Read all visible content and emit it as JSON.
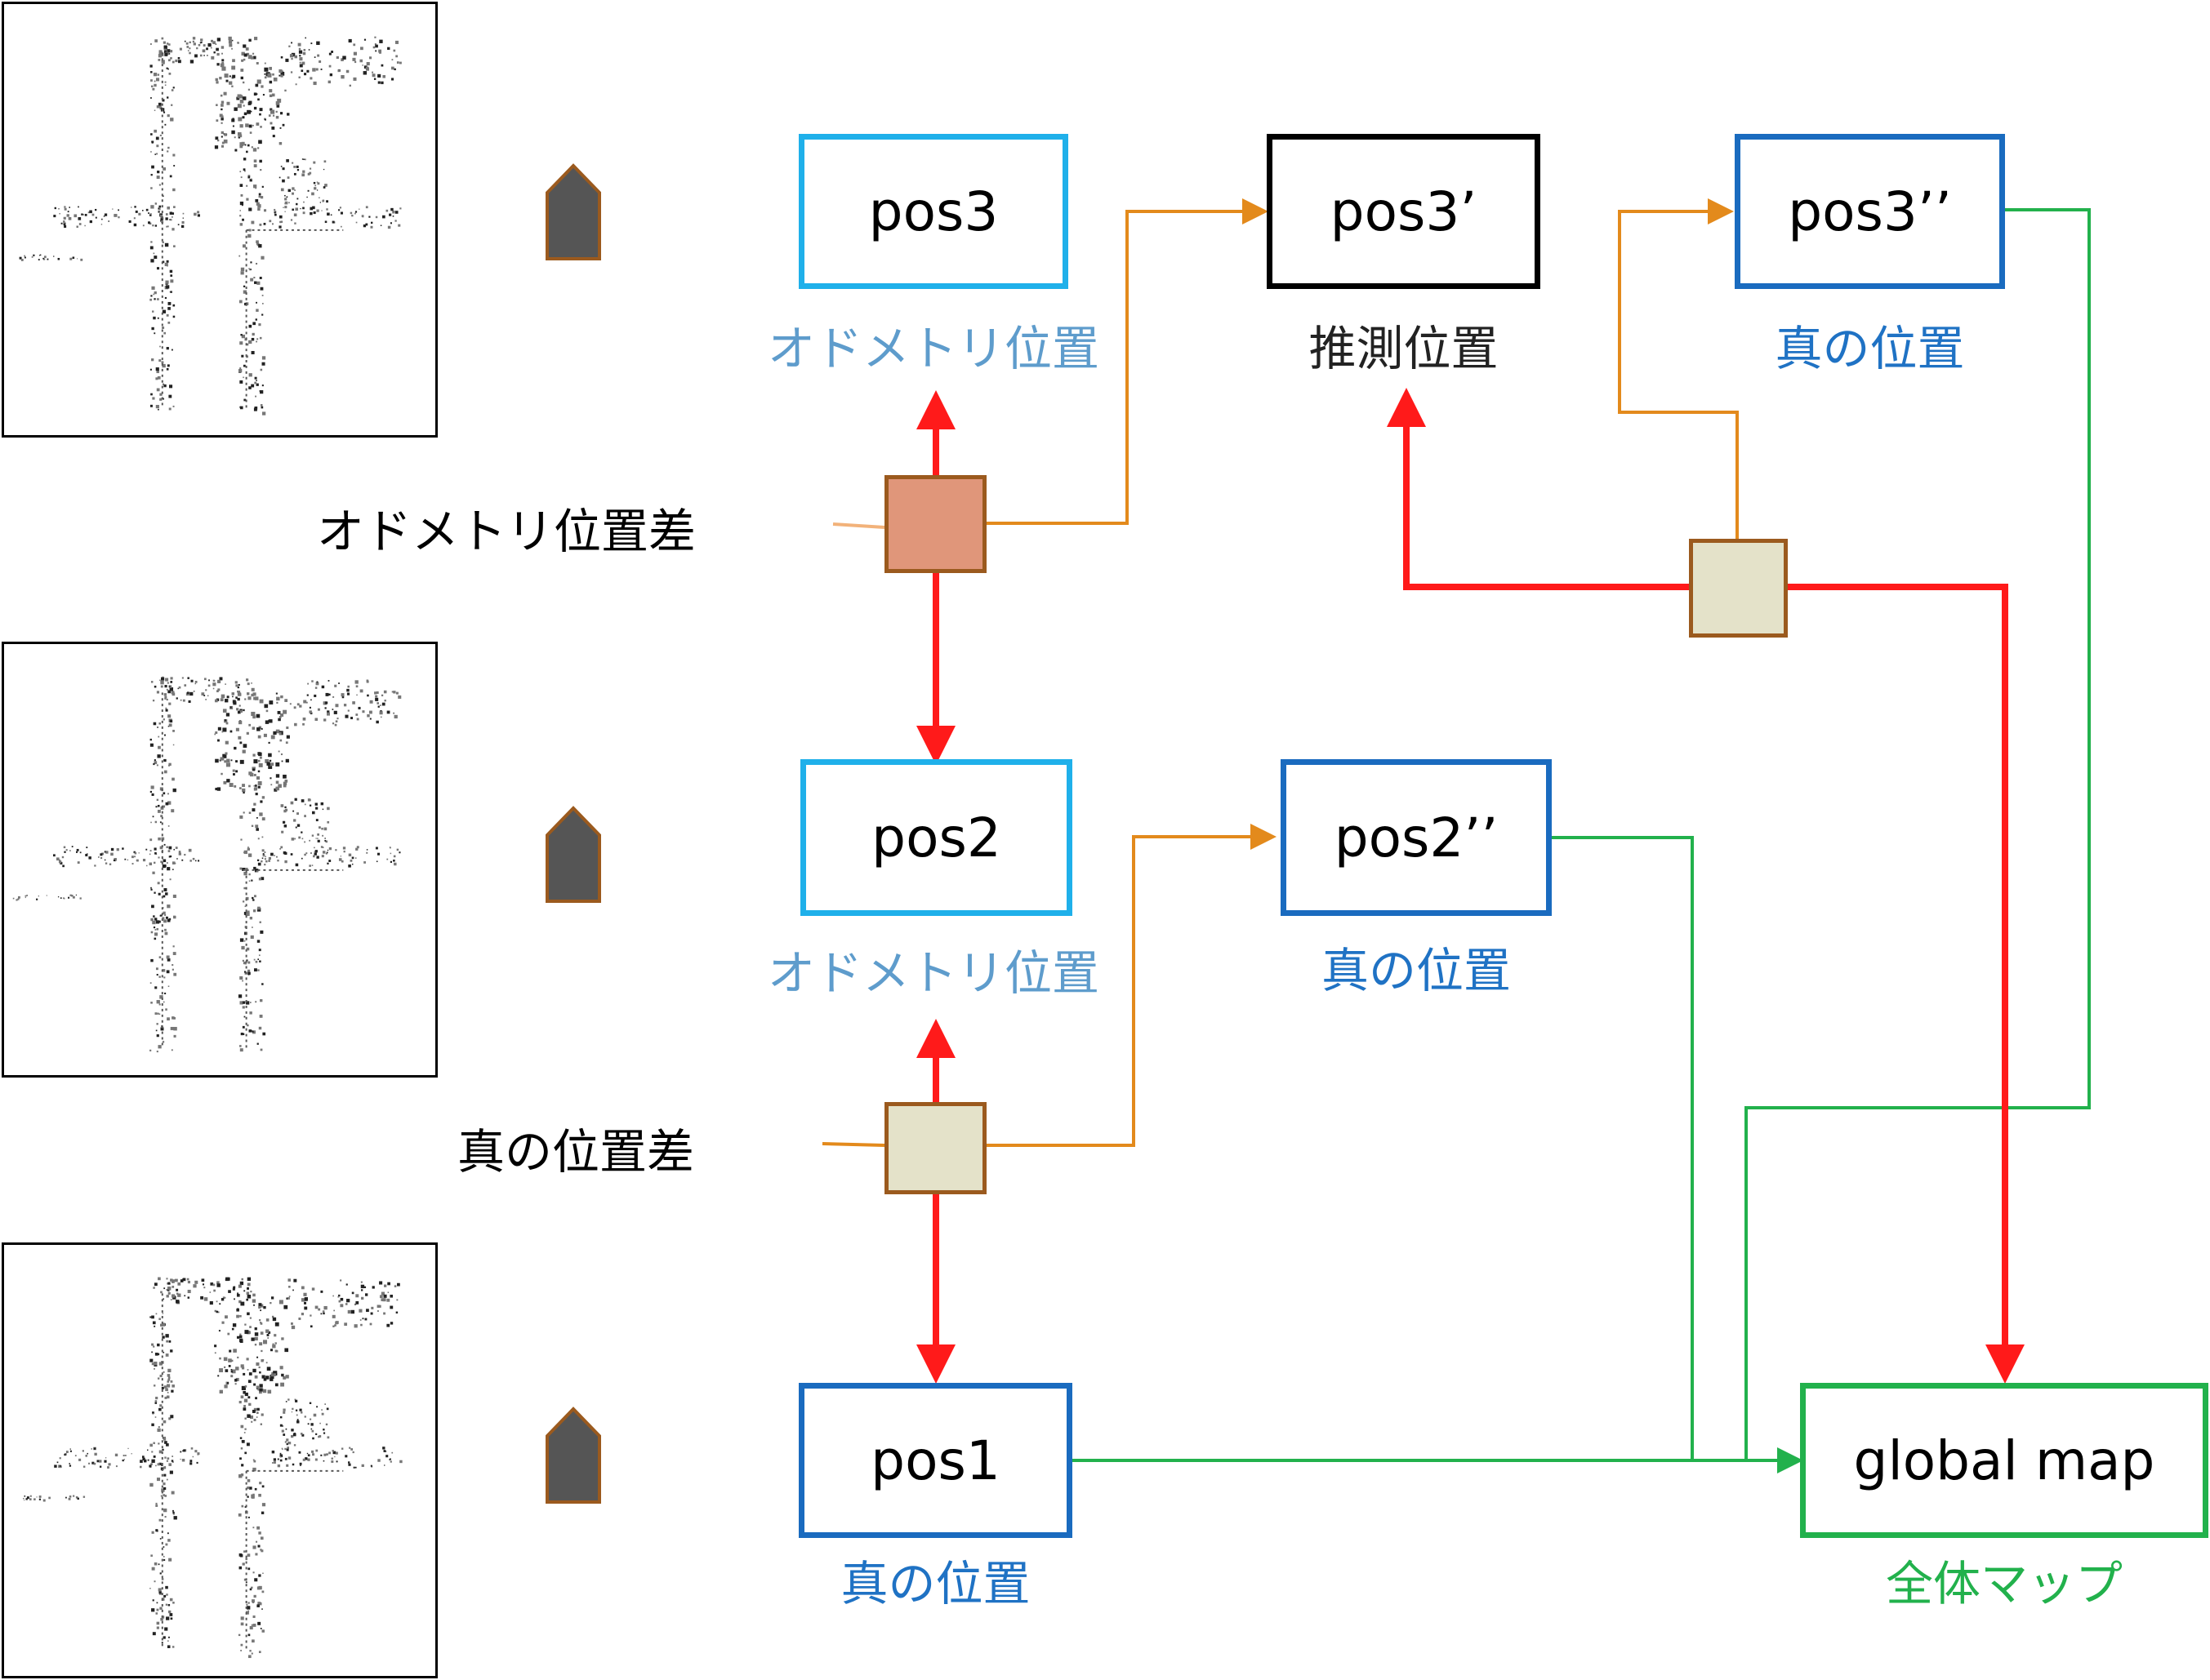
{
  "colors": {
    "odometry_border": "#1fb0ea",
    "odometry_text": "#5e9ccc",
    "true_border": "#1a6bbf",
    "true_text": "#1f72c4",
    "estimate_border": "#000000",
    "estimate_text": "#222222",
    "global_border": "#22b14c",
    "global_text": "#22b14c",
    "arrow_red": "#ff1a1a",
    "arrow_orange": "#e38a1c",
    "line_green": "#22b14c",
    "node_odometry_fill": "#e0967a",
    "node_true_fill": "#e4e2c9",
    "node_border": "#9b5a1e",
    "robot_fill": "#555555",
    "robot_border": "#9b5a1e"
  },
  "boxes": {
    "pos3": {
      "label": "pos3",
      "caption": "オドメトリ位置"
    },
    "pos3_prime": {
      "label": "pos3’",
      "caption": "推測位置"
    },
    "pos3_dprime": {
      "label": "pos3’’",
      "caption": "真の位置"
    },
    "pos2": {
      "label": "pos2",
      "caption": "オドメトリ位置"
    },
    "pos2_dprime": {
      "label": "pos2’’",
      "caption": "真の位置"
    },
    "pos1": {
      "label": "pos1",
      "caption": "真の位置"
    },
    "global_map": {
      "label": "global map",
      "caption": "全体マップ"
    }
  },
  "side_labels": {
    "odometry_diff": "オドメトリ位置差",
    "true_diff": "真の位置差"
  },
  "icons": {
    "map_panel": "point-cloud-map-icon",
    "robot": "robot-marker-icon",
    "node": "transform-node-icon"
  }
}
